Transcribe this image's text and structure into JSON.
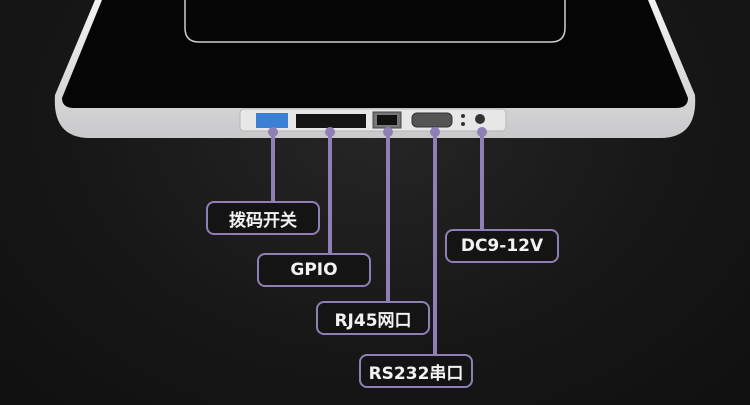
{
  "accent_color": "#8f7fb5",
  "callouts": [
    {
      "id": "dip-switch",
      "label": "拨码开关"
    },
    {
      "id": "gpio",
      "label": "GPIO"
    },
    {
      "id": "rj45",
      "label": "RJ45网口"
    },
    {
      "id": "rs232",
      "label": "RS232串口"
    },
    {
      "id": "dc-power",
      "label": "DC9-12V"
    }
  ]
}
